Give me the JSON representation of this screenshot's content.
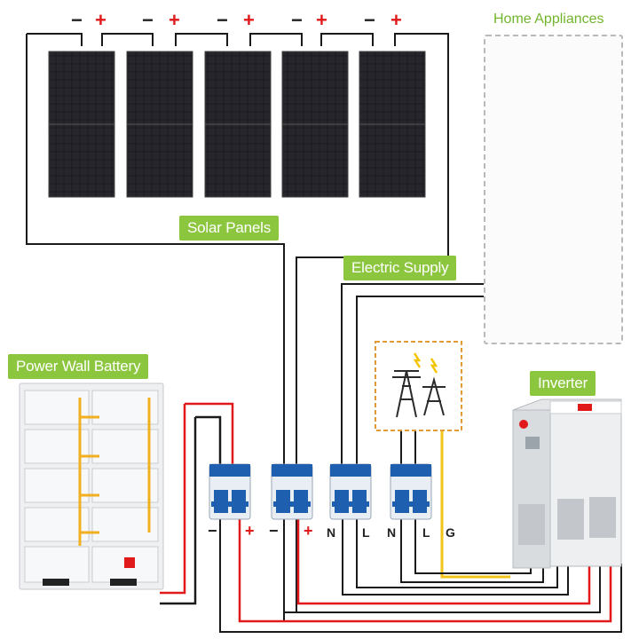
{
  "labels": {
    "solar_panels": "Solar Panels",
    "home_appliances": "Home Appliances",
    "electric_supply": "Electric Supply",
    "power_wall_battery": "Power Wall Battery",
    "inverter": "Inverter"
  },
  "panel_polarity": {
    "neg": "−",
    "pos": "+"
  },
  "terminal_labels": [
    "−",
    "+",
    "−",
    "+",
    "N",
    "L",
    "N",
    "L",
    "G"
  ],
  "colors": {
    "label_green": "#8cc63f",
    "title_green": "#72b52e",
    "wire_black": "#1a1a1a",
    "wire_red": "#e0191b",
    "wire_yellow": "#f2c318",
    "breaker_blue": "#1f5fb0",
    "grid_dashed_border": "#e39a34",
    "battery_cable": "#f0b020"
  }
}
